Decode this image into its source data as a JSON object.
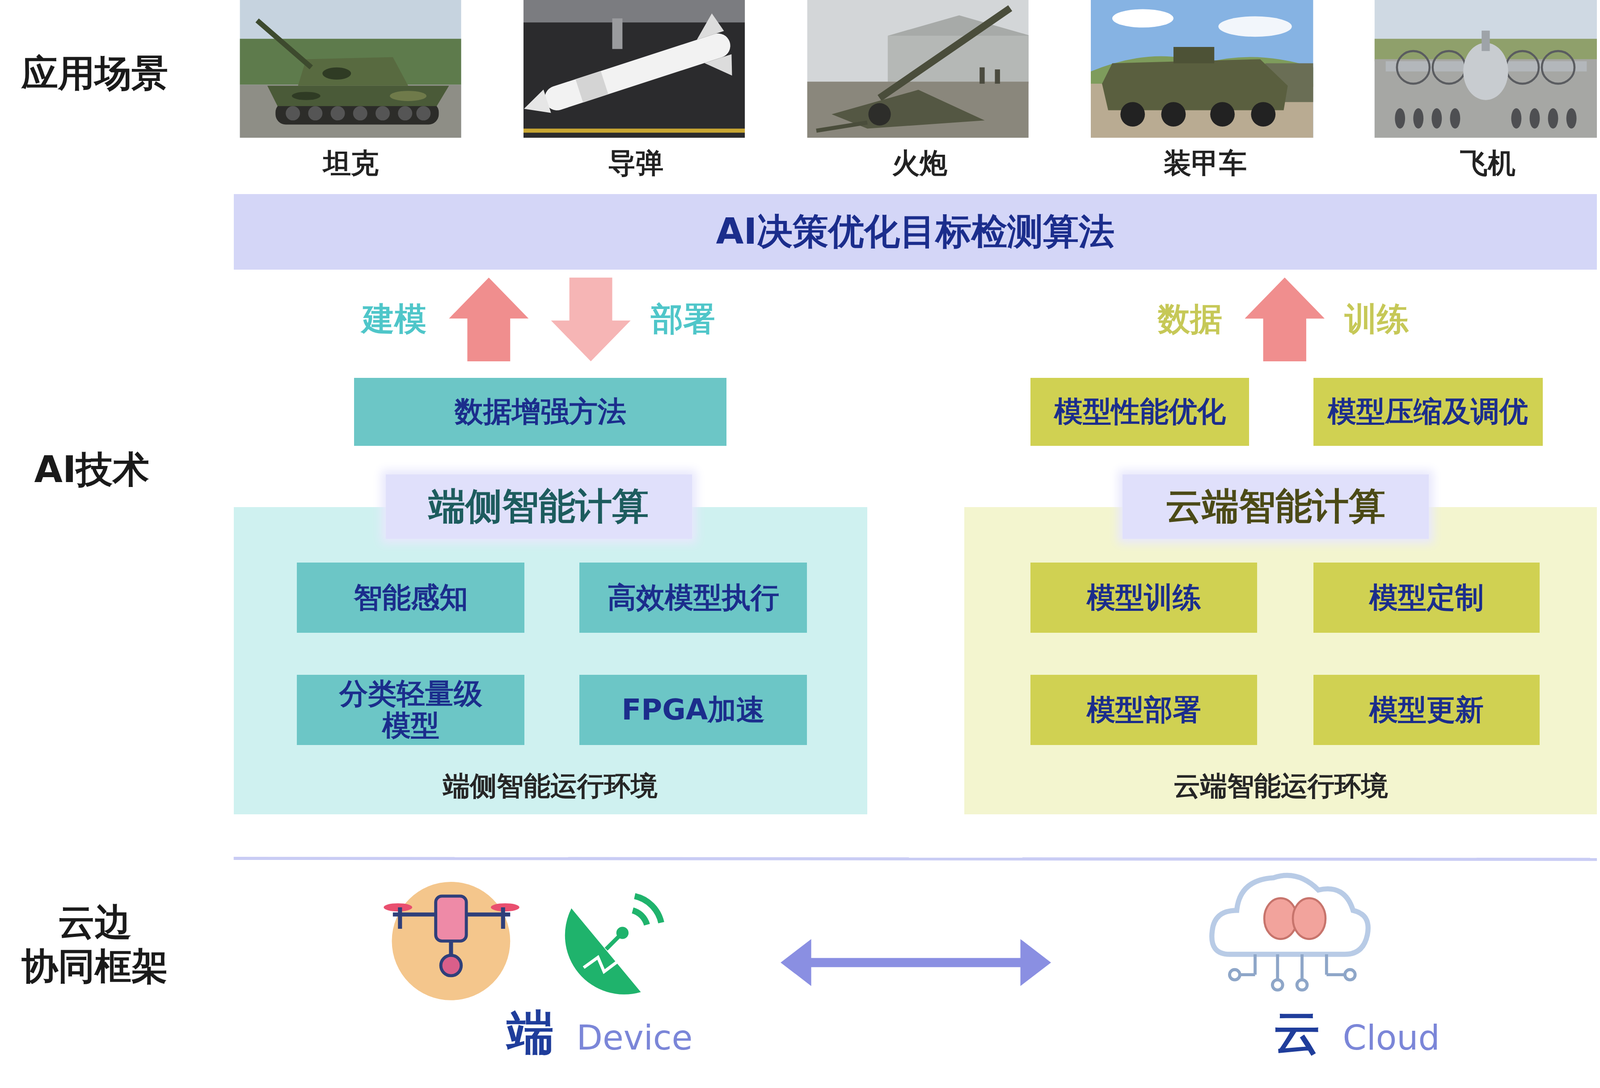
{
  "diagram": {
    "nodes": [
      {
        "text": [
          "AI决策优化目标检测算法"
        ]
      },
      {
        "text": [
          "数据增强方法"
        ]
      },
      {
        "text": [
          "模型性能优化"
        ]
      },
      {
        "text": [
          "模型压缩及调优"
        ]
      },
      {
        "text": [
          "端侧智能计算",
          "端侧智能运行环境"
        ]
      },
      {
        "text": [
          "智能感知"
        ],
        "in": 4
      },
      {
        "text": [
          "高效模型执行"
        ],
        "in": 4
      },
      {
        "text": [
          "分类轻量级模型"
        ],
        "in": 4
      },
      {
        "text": [
          "FPGA加速"
        ],
        "in": 4
      },
      {
        "text": [
          "云端智能计算",
          "云端智能运行环境"
        ]
      },
      {
        "text": [
          "模型训练"
        ],
        "in": 9
      },
      {
        "text": [
          "模型定制"
        ],
        "in": 9
      },
      {
        "text": [
          "模型部署"
        ],
        "in": 9
      },
      {
        "text": [
          "模型更新"
        ],
        "in": 9
      },
      {
        "text": [
          "端",
          "Device"
        ]
      },
      {
        "text": [
          "云",
          "Cloud"
        ]
      }
    ],
    "edges": [
      {
        "from": 1,
        "to": 0,
        "arrow": "to",
        "label": "建模"
      },
      {
        "from": 0,
        "to": 1,
        "arrow": "to",
        "label": "部署"
      },
      {
        "from": 2,
        "to": 0,
        "arrow": "to",
        "label": "数据"
      },
      {
        "from": 3,
        "to": 0,
        "arrow": "to",
        "label": "训练"
      },
      {
        "from": 14,
        "to": 15,
        "arrow": "both"
      }
    ],
    "labels": [
      "应用场景",
      "坦克",
      "导弹",
      "火炮",
      "装甲车",
      "飞机",
      "AI技术",
      "云边 协同框架"
    ]
  }
}
